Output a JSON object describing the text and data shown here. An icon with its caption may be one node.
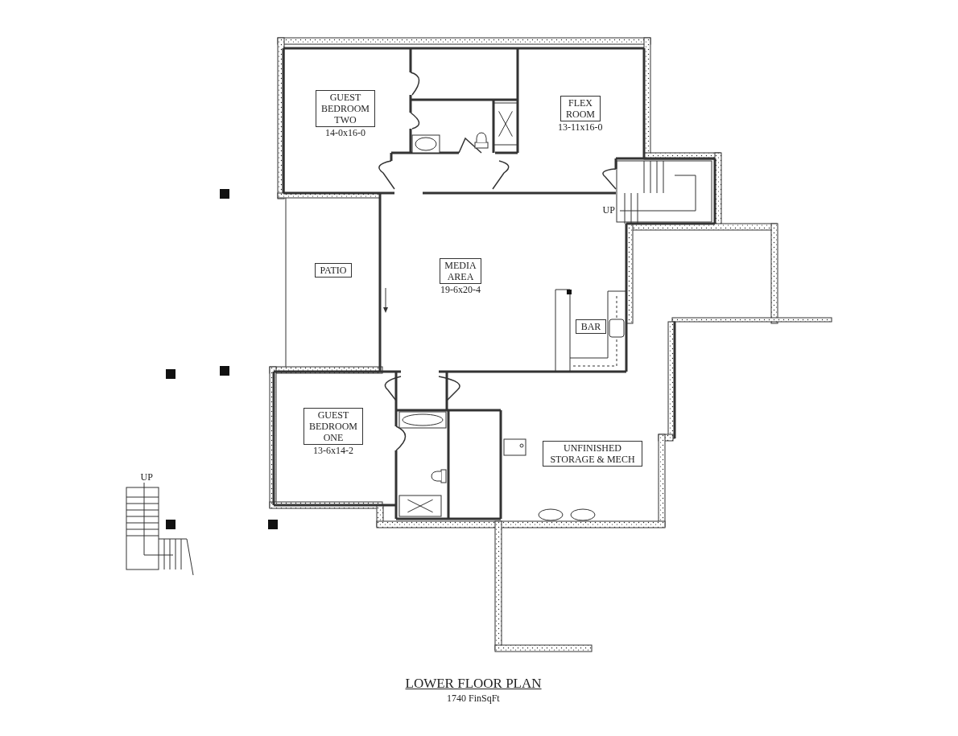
{
  "diagram": {
    "title": "LOWER FLOOR PLAN",
    "caption": "1740 FinSqFt",
    "nodes": [
      {
        "text": [
          "GUEST BEDROOM TWO"
        ],
        "beside": [
          "14-0x16-0"
        ]
      },
      {
        "text": [
          "FLEX ROOM"
        ],
        "beside": [
          "13-11x16-0"
        ]
      },
      {
        "text": [
          "PATIO"
        ]
      },
      {
        "text": [
          "MEDIA AREA"
        ],
        "beside": [
          "19-6x20-4"
        ]
      },
      {
        "text": [
          "BAR"
        ]
      },
      {
        "text": [
          "GUEST BEDROOM ONE"
        ],
        "beside": [
          "13-6x14-2"
        ]
      },
      {
        "text": [
          "UNFINISHED STORAGE & MECH"
        ]
      }
    ],
    "labels": [
      "UP",
      "UP"
    ]
  }
}
